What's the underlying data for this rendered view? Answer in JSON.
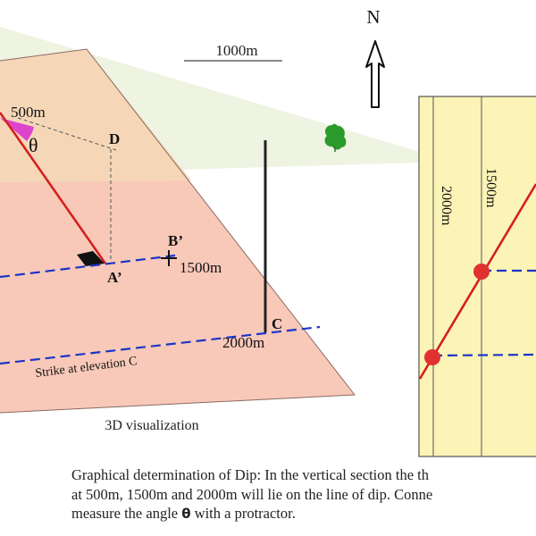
{
  "scale_bar": {
    "label": "1000m"
  },
  "north_arrow": {
    "label": "N"
  },
  "diagram3d": {
    "caption": "3D visualization",
    "labels": {
      "contour_500": "500m",
      "theta": "θ",
      "point_d": "D",
      "point_b_prime": "B’",
      "point_a_prime": "A’",
      "contour_1500": "1500m",
      "point_c": "C",
      "contour_2000": "2000m",
      "strike_c": "Strike at elevation C"
    }
  },
  "section": {
    "labels": {
      "contour_2000": "2000m",
      "contour_1500": "1500m"
    }
  },
  "caption": {
    "line1": "Graphical determination of Dip: In the vertical section the th",
    "line2": "at 500m, 1500m and 2000m will lie on the line of dip. Conne",
    "line3_pre": "measure the angle ",
    "line3_theta": "θ",
    "line3_post": " with a protractor."
  },
  "colors": {
    "plane_salmon": "#f8c9b9",
    "plane_upper": "#f5d7b8",
    "sight_plane": "#eef3e2",
    "section_yellow": "#fcf3b6",
    "dip_line": "#d42020",
    "strike_line": "#1b35c8",
    "angle_arc": "#dd44cc",
    "tree": "#2a9a2a"
  }
}
